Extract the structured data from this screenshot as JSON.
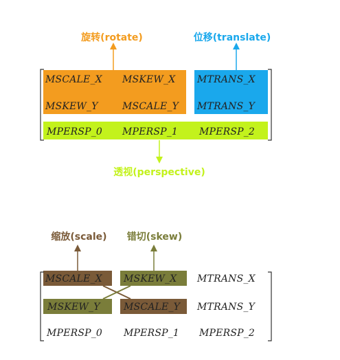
{
  "colors": {
    "rotate": "#f39c1f",
    "translate": "#1aa8ec",
    "perspective": "#c3f21c",
    "scale_skew_dark": "#7a5a38",
    "scale_skew_olive": "#7a7d3a",
    "bracket": "#333333",
    "text": "#222222"
  },
  "top_matrix": {
    "rows": [
      [
        "MSCALE_X",
        "MSKEW_X",
        "MTRANS_X"
      ],
      [
        "MSKEW_Y",
        "MSCALE_Y",
        "MTRANS_Y"
      ],
      [
        "MPERSP_0",
        "MPERSP_1",
        "MPERSP_2"
      ]
    ],
    "labels": {
      "rotate": "旋转(rotate)",
      "translate": "位移(translate)",
      "perspective": "透视(perspective)"
    }
  },
  "bottom_matrix": {
    "rows": [
      [
        "MSCALE_X",
        "MSKEW_X",
        "MTRANS_X"
      ],
      [
        "MSKEW_Y",
        "MSCALE_Y",
        "MTRANS_Y"
      ],
      [
        "MPERSP_0",
        "MPERSP_1",
        "MPERSP_2"
      ]
    ],
    "labels": {
      "scale": "缩放(scale)",
      "skew": "错切(skew)"
    }
  }
}
